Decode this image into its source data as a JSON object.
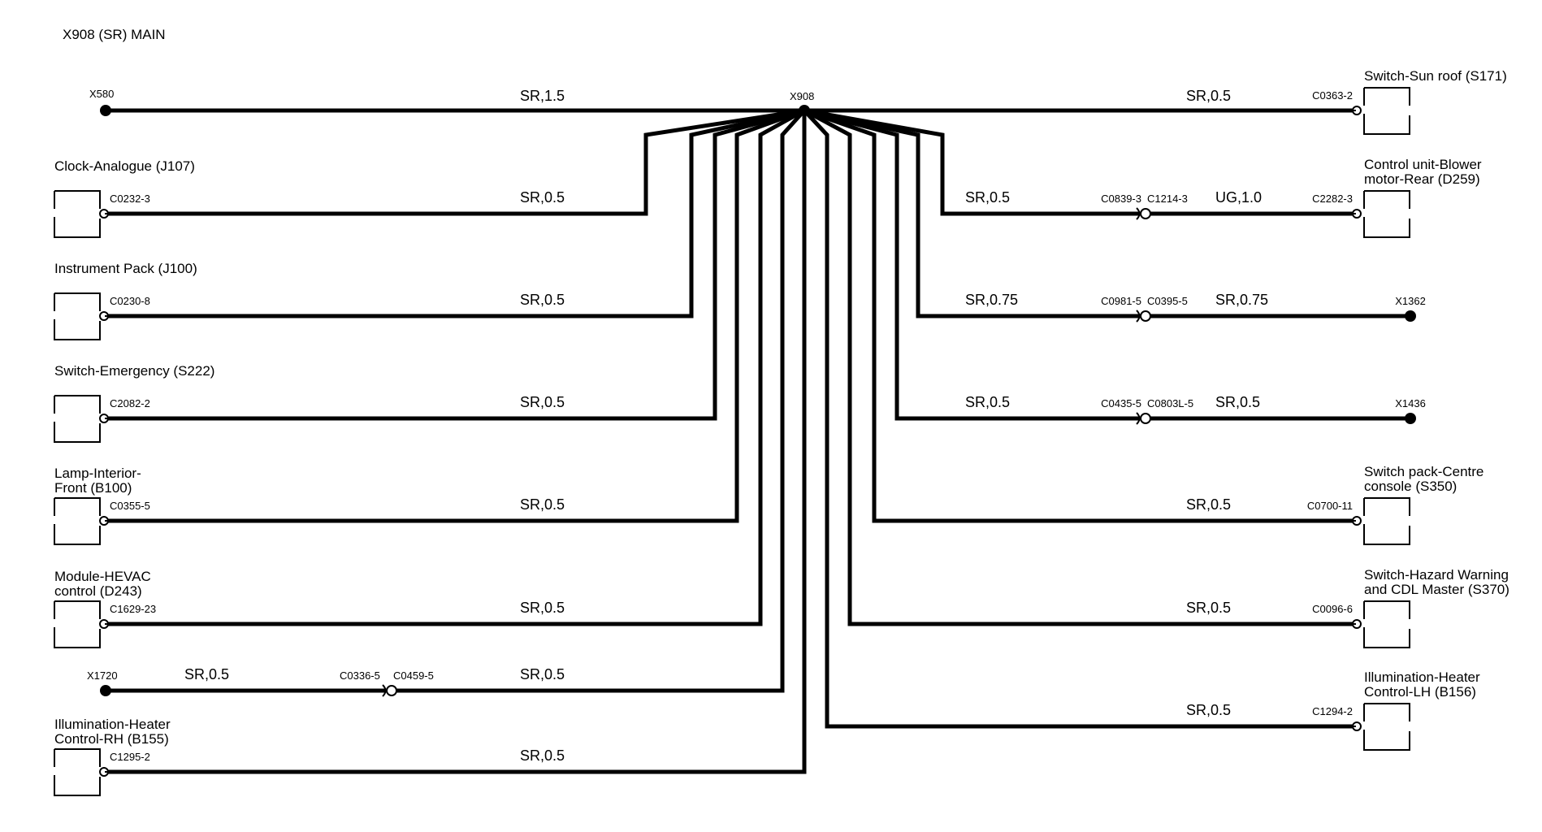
{
  "title": "X908 (SR) MAIN",
  "splice_label": "X908",
  "wire_color": "#000000",
  "left_rows": [
    {
      "component": [
        "",
        ""
      ],
      "connector": "X580",
      "wire_label": "SR,1.5",
      "end": "splice"
    },
    {
      "component": [
        "Clock-Analogue (J107)",
        ""
      ],
      "connector": "C0232-3",
      "wire_label": "SR,0.5",
      "end": "box"
    },
    {
      "component": [
        "Instrument Pack (J100)",
        ""
      ],
      "connector": "C0230-8",
      "wire_label": "SR,0.5",
      "end": "box"
    },
    {
      "component": [
        "Switch-Emergency (S222)",
        ""
      ],
      "connector": "C2082-2",
      "wire_label": "SR,0.5",
      "end": "box"
    },
    {
      "component": [
        "Lamp-Interior-",
        "Front (B100)"
      ],
      "connector": "C0355-5",
      "wire_label": "SR,0.5",
      "end": "box"
    },
    {
      "component": [
        "Module-HEVAC",
        "control (D243)"
      ],
      "connector": "C1629-23",
      "wire_label": "SR,0.5",
      "end": "box"
    },
    {
      "component": [
        "",
        ""
      ],
      "connector": "X1720",
      "wire_label": "SR,0.5",
      "end": "splice",
      "inline": {
        "left": "C0336-5",
        "right": "C0459-5",
        "far_label": "SR,0.5"
      }
    },
    {
      "component": [
        "Illumination-Heater",
        "Control-RH (B155)"
      ],
      "connector": "C1295-2",
      "wire_label": "SR,0.5",
      "end": "box"
    }
  ],
  "right_rows": [
    {
      "component": [
        "Switch-Sun roof (S171)",
        ""
      ],
      "connector": "C0363-2",
      "wire_label": "SR,0.5",
      "end": "box"
    },
    {
      "component": [
        "Control unit-Blower",
        "motor-Rear (D259)"
      ],
      "connector": "C2282-3",
      "wire_label": "SR,0.5",
      "end": "box",
      "inline": {
        "left": "C0839-3",
        "right": "C1214-3",
        "far_label": "UG,1.0"
      }
    },
    {
      "component": [
        "",
        ""
      ],
      "connector": "X1362",
      "wire_label": "SR,0.75",
      "end": "splice",
      "inline": {
        "left": "C0981-5",
        "right": "C0395-5",
        "far_label": "SR,0.75"
      }
    },
    {
      "component": [
        "",
        ""
      ],
      "connector": "X1436",
      "wire_label": "SR,0.5",
      "end": "splice",
      "inline": {
        "left": "C0435-5",
        "right": "C0803L-5",
        "far_label": "SR,0.5"
      }
    },
    {
      "component": [
        "Switch pack-Centre",
        "console (S350)"
      ],
      "connector": "C0700-11",
      "wire_label": "SR,0.5",
      "end": "box"
    },
    {
      "component": [
        "Switch-Hazard Warning",
        "and CDL Master (S370)"
      ],
      "connector": "C0096-6",
      "wire_label": "SR,0.5",
      "end": "box"
    },
    {
      "component": [
        "Illumination-Heater",
        "Control-LH (B156)"
      ],
      "connector": "C1294-2",
      "wire_label": "SR,0.5",
      "end": "box"
    }
  ]
}
